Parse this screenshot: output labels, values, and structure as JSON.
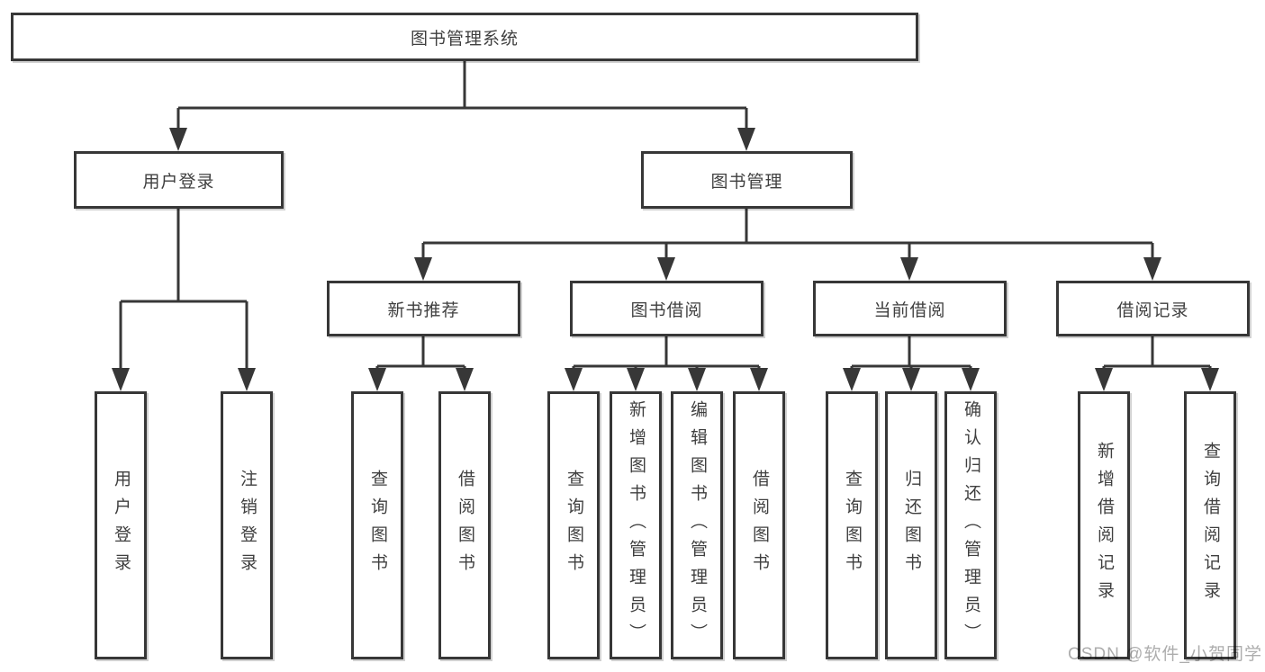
{
  "diagram": {
    "root": {
      "label": "图书管理系统"
    },
    "level1": [
      {
        "label": "用户登录",
        "parent": "图书管理系统"
      },
      {
        "label": "图书管理",
        "parent": "图书管理系统"
      }
    ],
    "level2": [
      {
        "label": "新书推荐",
        "parent": "图书管理"
      },
      {
        "label": "图书借阅",
        "parent": "图书管理"
      },
      {
        "label": "当前借阅",
        "parent": "图书管理"
      },
      {
        "label": "借阅记录",
        "parent": "图书管理"
      }
    ],
    "leaves": [
      {
        "label": "用户登录",
        "parent": "用户登录"
      },
      {
        "label": "注销登录",
        "parent": "用户登录"
      },
      {
        "label": "查询图书",
        "parent": "新书推荐"
      },
      {
        "label": "借阅图书",
        "parent": "新书推荐"
      },
      {
        "label": "查询图书",
        "parent": "图书借阅"
      },
      {
        "label": "新增图书（管理员）",
        "parent": "图书借阅"
      },
      {
        "label": "编辑图书（管理员）",
        "parent": "图书借阅"
      },
      {
        "label": "借阅图书",
        "parent": "图书借阅"
      },
      {
        "label": "查询图书",
        "parent": "当前借阅"
      },
      {
        "label": "归还图书",
        "parent": "当前借阅"
      },
      {
        "label": "确认归还（管理员）",
        "parent": "当前借阅"
      },
      {
        "label": "新增借阅记录",
        "parent": "借阅记录"
      },
      {
        "label": "查询借阅记录",
        "parent": "借阅记录"
      }
    ]
  },
  "watermark": {
    "text": "CSDN @软件_小贺同学"
  },
  "colors": {
    "line": "#373737",
    "box_border": "#373737",
    "text": "#3f3f3f",
    "background": "#ffffff",
    "watermark": "#adadad"
  }
}
